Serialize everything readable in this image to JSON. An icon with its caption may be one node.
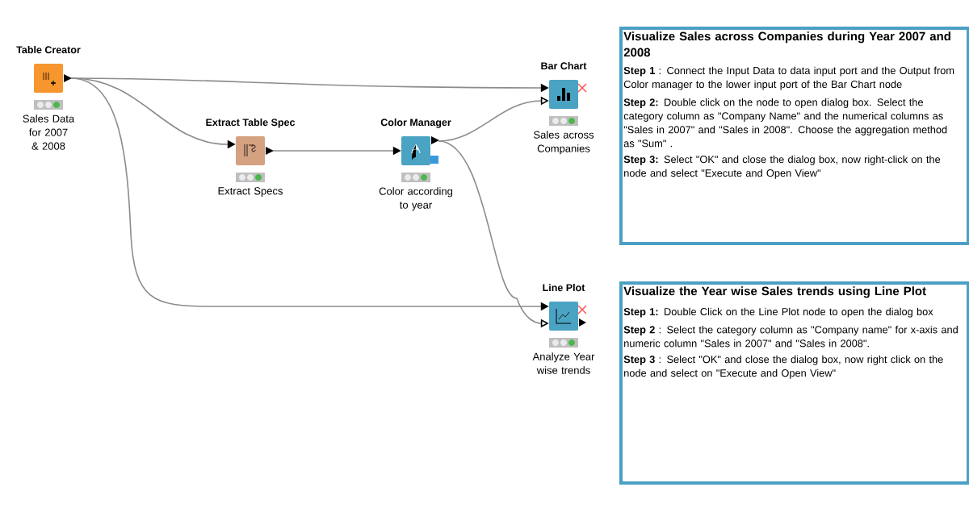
{
  "diagram": {
    "nodes": [
      {
        "text": [
          "Table Creator",
          "Sales Data for 2007 & 2008"
        ]
      },
      {
        "text": [
          "Extract Table Spec",
          "Extract Specs"
        ]
      },
      {
        "text": [
          "Color Manager",
          "Color according to year"
        ]
      },
      {
        "text": [
          "Bar Chart",
          "Sales across Companies"
        ]
      },
      {
        "text": [
          "Line Plot",
          "Analyze Year wise trends"
        ]
      },
      {
        "text": [
          "Visualize Sales across Companies during Year 2007 and 2008",
          "**Step 1** : Connect the Input Data to data input port and the Output from Color manager to the lower input port of the Bar Chart node",
          "**Step 2:** Double click on the node to open dialog box. Select the category column as \"Company Name\" and the numerical columns as \"Sales in 2007\" and \"Sales in 2008\". Choose the aggregation method as \"Sum\" .",
          "**Step 3:** Select \"OK\" and close the dialog box, now right-click on the node and select \"Execute and Open View\""
        ]
      },
      {
        "text": [
          "Visualize the Year wise Sales trends using Line Plot",
          "**Step 1:** Double Click on the Line Plot node to open the dialog box",
          "**Step 2** : Select the category column as \"Company name\" for x-axis and numeric column \"Sales in 2007\" and \"Sales in 2008\".",
          "**Step 3** : Select \"OK\" and close the dialog box, now right click on the node and select on \"Execute and Open View\""
        ]
      }
    ],
    "edges": [
      {
        "from": 0,
        "to": 3,
        "arrow": "to"
      },
      {
        "from": 0,
        "to": 1,
        "arrow": "to"
      },
      {
        "from": 0,
        "to": 4,
        "arrow": "to"
      },
      {
        "from": 1,
        "to": 2,
        "arrow": "to"
      },
      {
        "from": 2,
        "to": 3,
        "arrow": "to"
      },
      {
        "from": 2,
        "to": 4,
        "arrow": "to"
      }
    ]
  }
}
